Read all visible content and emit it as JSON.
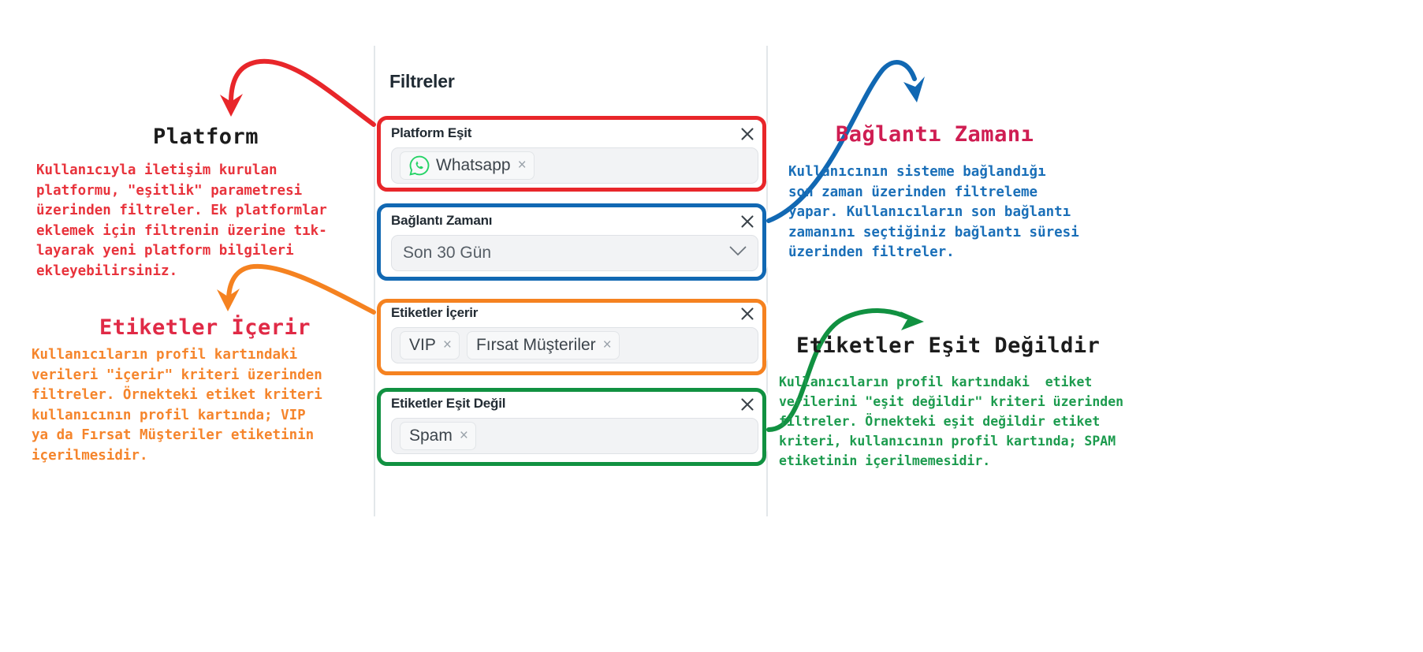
{
  "panel": {
    "title": "Filtreler",
    "close_icon": "close-icon",
    "cards": [
      {
        "id": "platform-esit",
        "label": "Platform Eşit",
        "type": "chips",
        "chips": [
          {
            "label": "Whatsapp",
            "icon": "whatsapp-icon",
            "remove": "×"
          }
        ],
        "ring_color": "#e8262a"
      },
      {
        "id": "baglanti-zamani",
        "label": "Bağlantı Zamanı",
        "type": "select",
        "value": "Son 30 Gün",
        "caret": "chevron-down-icon",
        "ring_color": "#1168b3"
      },
      {
        "id": "etiketler-icerir",
        "label": "Etiketler İçerir",
        "type": "chips",
        "chips": [
          {
            "label": "VIP",
            "remove": "×"
          },
          {
            "label": "Fırsat Müşteriler",
            "remove": "×"
          }
        ],
        "ring_color": "#f58220"
      },
      {
        "id": "etiketler-esit-degil",
        "label": "Etiketler Eşit Değil",
        "type": "chips",
        "chips": [
          {
            "label": "Spam",
            "remove": "×"
          }
        ],
        "ring_color": "#119141"
      }
    ]
  },
  "annotations": [
    {
      "id": "platform",
      "title": "Platform",
      "title_color": "#1c1c1c",
      "body_color": "#e8333c",
      "arrow_color": "#e8262a",
      "body": "Kullanıcıyla iletişim kurulan\nplatformu, \"eşitlik\" parametresi\nüzerinden filtreler. Ek platformlar\neklemek için filtrenin üzerine tık-\nlayarak yeni platform bilgileri\nekleyebilirsiniz."
    },
    {
      "id": "baglanti-zamani",
      "title": "Bağlantı Zamanı",
      "title_color": "#cf1d52",
      "body_color": "#1a6fb8",
      "arrow_color": "#1168b3",
      "body": "Kullanıcının sisteme bağlandığı\nson zaman üzerinden filtreleme\nyapar. Kullanıcıların son bağlantı\nzamanını seçtiğiniz bağlantı süresi\nüzerinden filtreler."
    },
    {
      "id": "etiketler-icerir",
      "title": "Etiketler İçerir",
      "title_color": "#e02a46",
      "body_color": "#f5852c",
      "arrow_color": "#f58220",
      "body": "Kullanıcıların profil kartındaki\nverileri \"içerir\" kriteri üzerinden\nfiltreler. Örnekteki etiket kriteri\nkullanıcının profil kartında; VIP\nya da Fırsat Müşteriler etiketinin\niçerilmesidir."
    },
    {
      "id": "etiketler-esit-degildir",
      "title": "Etiketler Eşit Değildir",
      "title_color": "#1c1c1c",
      "body_color": "#1c9b4e",
      "arrow_color": "#119141",
      "body": "Kullanıcıların profil kartındaki  etiket\nverilerini \"eşit değildir\" kriteri üzerinden\nfiltreler. Örnekteki eşit değildir etiket\nkriteri, kullanıcının profil kartında; SPAM\netiketinin içerilmemesidir."
    }
  ]
}
